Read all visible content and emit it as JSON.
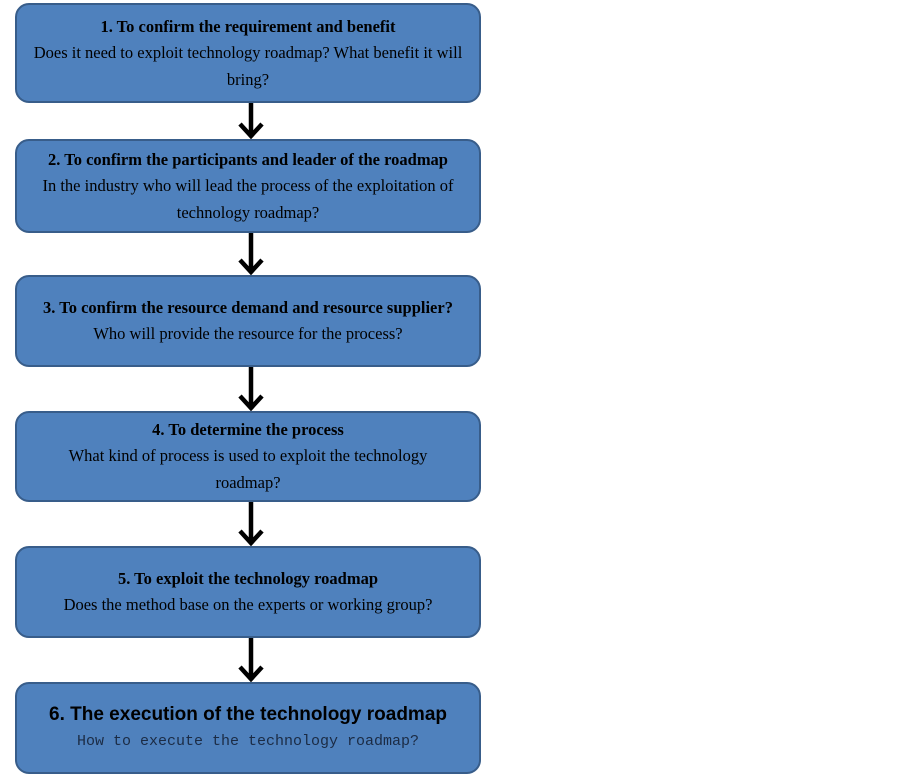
{
  "steps": [
    {
      "title": "1. To confirm the requirement and benefit",
      "desc": "Does it need to exploit technology roadmap? What benefit it will bring?"
    },
    {
      "title": "2. To confirm the participants and leader of the roadmap",
      "desc": "In the industry who will lead the process of the exploitation of technology roadmap?"
    },
    {
      "title": "3. To confirm the resource demand and resource supplier?",
      "desc": "Who will provide the resource for the process?"
    },
    {
      "title": "4. To determine the process",
      "desc": "What kind of process is used to exploit the technology roadmap?"
    },
    {
      "title": "5. To exploit the technology roadmap",
      "desc": "Does the method base on the experts or working group?"
    },
    {
      "title": "6. The execution of the technology roadmap",
      "desc": "How to execute the technology roadmap?"
    }
  ],
  "colors": {
    "box_fill": "#4F81BD",
    "box_border": "#385D8A",
    "arrow": "#000000"
  }
}
